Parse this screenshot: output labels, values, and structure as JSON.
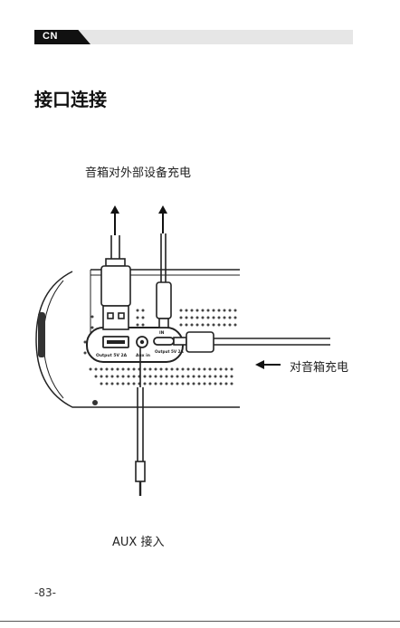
{
  "header": {
    "lang_tab": "CN"
  },
  "title": "接口连接",
  "captions": {
    "external_charging": "音箱对外部设备充电",
    "speaker_charging": "对音箱充电",
    "aux_input": "AUX 接入"
  },
  "port_panel": {
    "usb_output_label": "Output 5V 2A",
    "aux_label": "Aux in",
    "usbc_in_label": "IN",
    "usbc_output_label": "Output 5V 2A"
  },
  "page_number": "-83-"
}
